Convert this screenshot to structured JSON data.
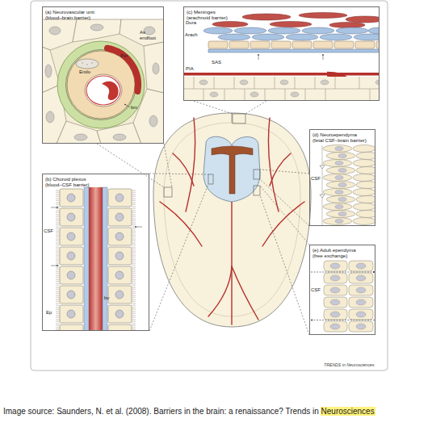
{
  "diagram": {
    "caption": "Image source: Saunders, N. et al. (2008). Barriers in the brain: a renaissance? Trends in Neurosciences",
    "nodes": [
      {
        "text": [
          "(a) Neurovascular unit",
          "(blood–brain barrier)"
        ]
      },
      {
        "text": [
          "(b) Choroid plexus",
          "(blood–CSF barrier)"
        ]
      },
      {
        "text": [
          "(c) Meninges",
          "(arachnoid barrier)"
        ]
      },
      {
        "text": [
          "(d) Neuroependyma",
          "(fetal CSF–brain barrier)"
        ]
      },
      {
        "text": [
          "(e) Adult ependyma",
          "(free exchange)"
        ]
      }
    ],
    "labels": [
      "As endfoot",
      "Per",
      "Endo",
      "bm",
      "CSF",
      "bv",
      "Ep",
      "Dura",
      "Arach",
      "SAS",
      "PIA",
      "CSF",
      "CSF",
      "TRENDS in Neurosciences"
    ]
  }
}
